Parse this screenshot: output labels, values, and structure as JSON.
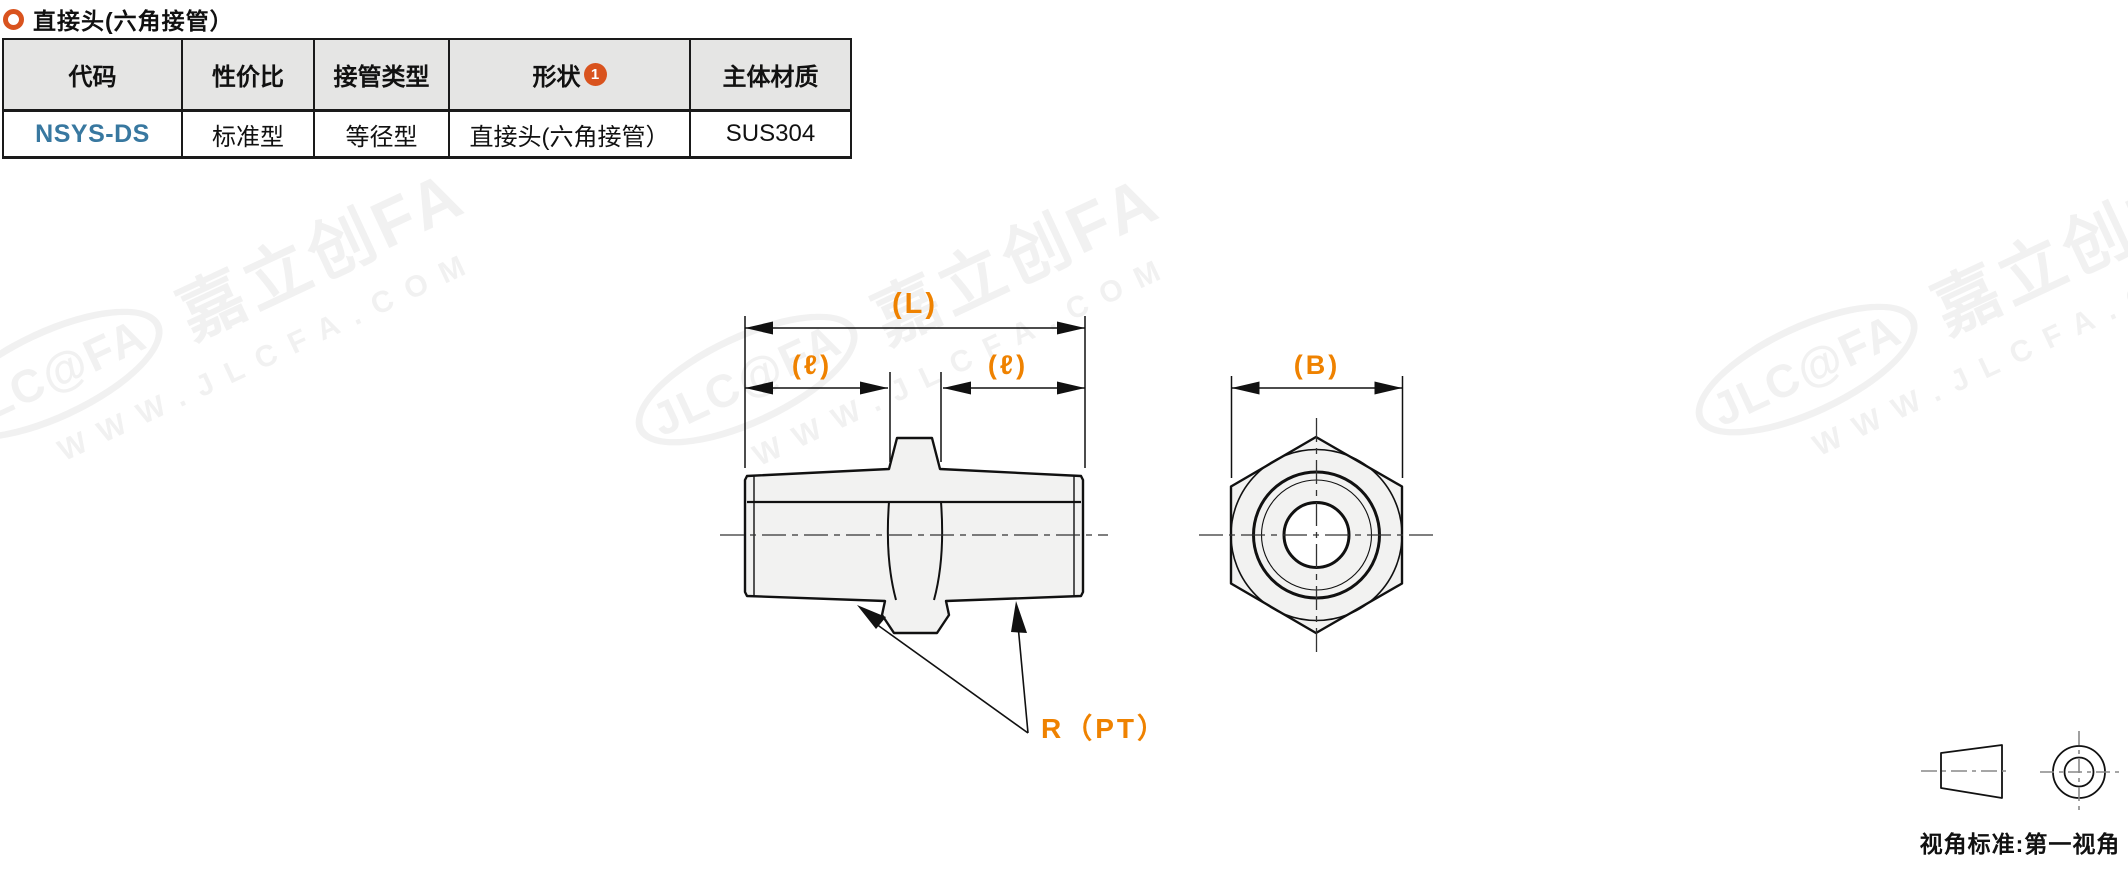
{
  "title": {
    "text": "直接头(六角接管）"
  },
  "table": {
    "headers": {
      "code": "代码",
      "cost": "性价比",
      "pipe_type": "接管类型",
      "shape": "形状",
      "material": "主体材质"
    },
    "shape_badge": "1",
    "row": {
      "code": "NSYS-DS",
      "cost": "标准型",
      "pipe_type": "等径型",
      "shape": "直接头(六角接管）",
      "material": "SUS304"
    }
  },
  "drawing": {
    "dim_L": "(L)",
    "dim_l_left": "(ℓ)",
    "dim_l_right": "(ℓ)",
    "dim_B": "(B)",
    "leader_label": "R（PT）"
  },
  "projection": {
    "caption": "视角标准:第一视角"
  },
  "watermark": {
    "logo": "JLC@FA",
    "brand": "嘉立创FA",
    "url": "WWW.JLCFA.COM"
  },
  "colors": {
    "accent_orange": "#d9531e",
    "dim_label_orange": "#ef8200",
    "code_blue": "#3878a0",
    "header_bg": "#e5e5e4",
    "part_fill": "#f2f2f1"
  }
}
